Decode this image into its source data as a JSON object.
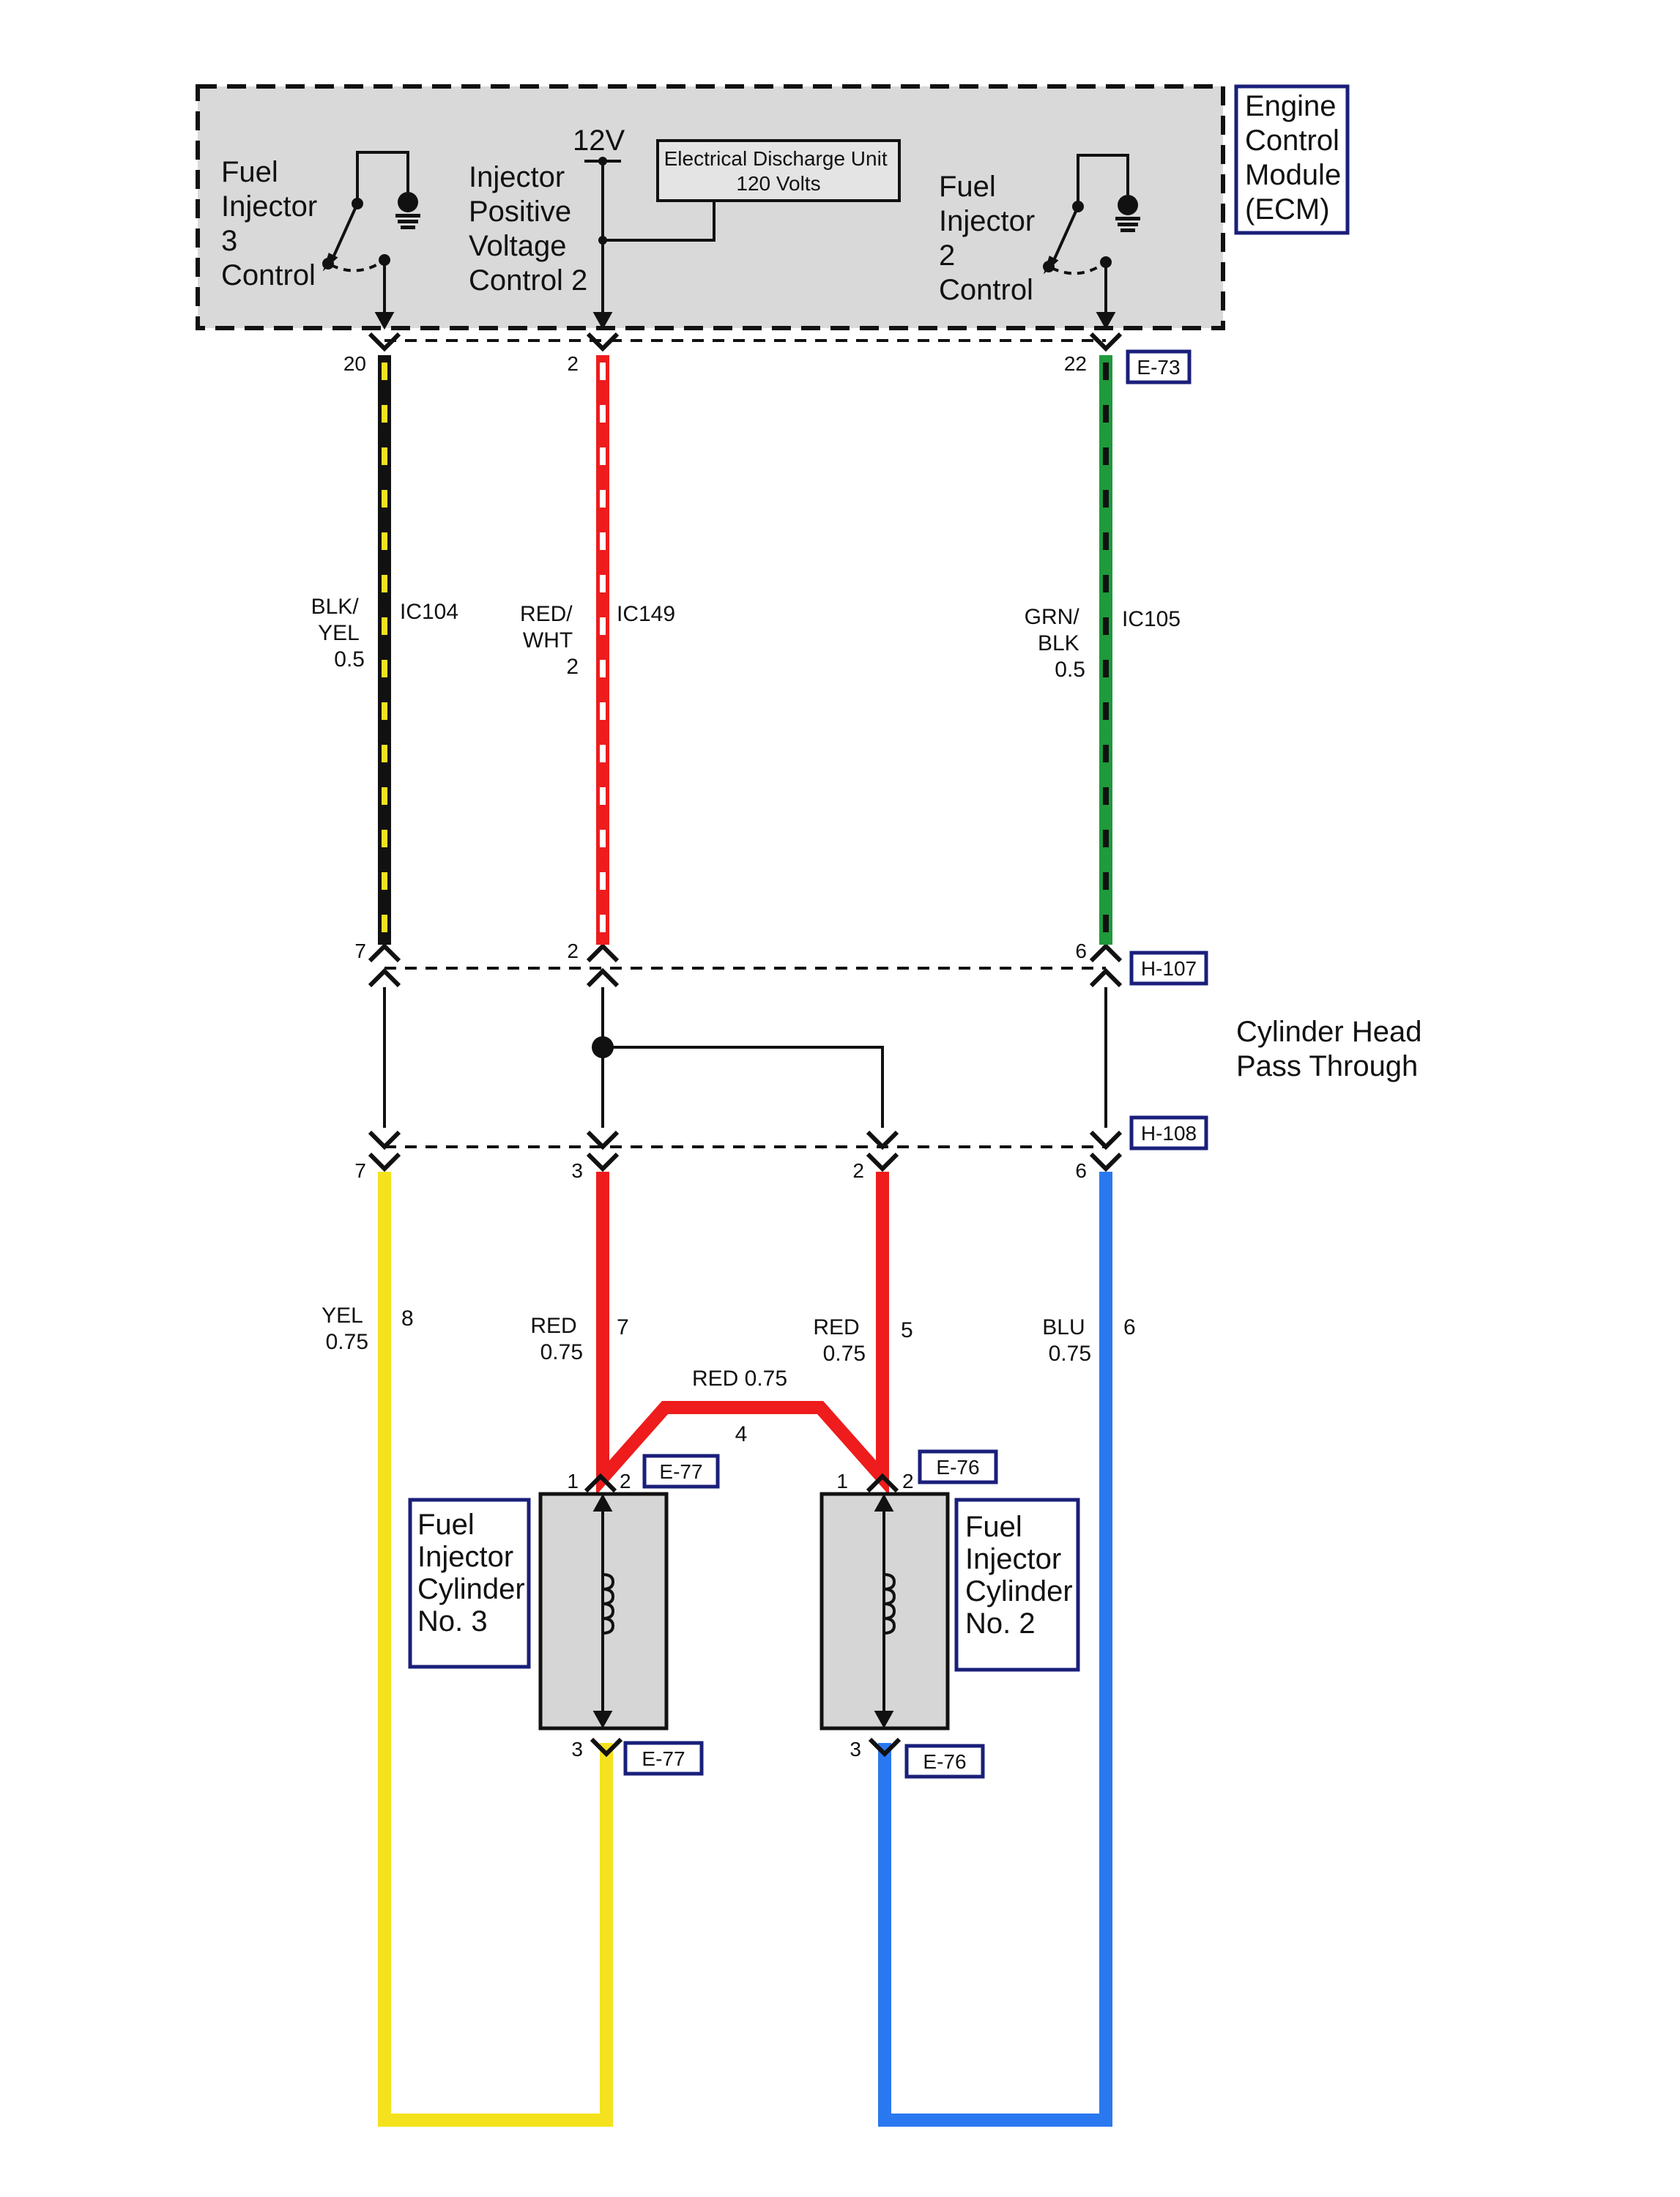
{
  "ecm": {
    "title_lines": [
      "Engine",
      "Control",
      "Module",
      "(ECM)"
    ],
    "inj3_control_lines": [
      "Fuel",
      "Injector",
      "3",
      "Control"
    ],
    "positive_control_lines": [
      "Injector",
      "Positive",
      "Voltage",
      "Control 2"
    ],
    "inj2_control_lines": [
      "Fuel",
      "Injector",
      "2",
      "Control"
    ],
    "supply_label": "12V",
    "discharge_unit_lines": [
      "Electrical Discharge Unit",
      "120 Volts"
    ]
  },
  "connectors": {
    "e73": "E-73",
    "h107": "H-107",
    "h108": "H-108",
    "e77": "E-77",
    "e76": "E-76"
  },
  "pins": {
    "ecm_left": "20",
    "ecm_mid": "2",
    "ecm_right": "22",
    "h107_left": "7",
    "h107_mid": "2",
    "h107_right": "6",
    "h108_left": "7",
    "h108_mid": "3",
    "h108_mid2": "2",
    "h108_right": "6",
    "e77_1": "1",
    "e77_2": "2",
    "e77_3": "3",
    "e76_1": "1",
    "e76_2": "2",
    "e76_3": "3"
  },
  "wires": {
    "ic104": {
      "circuit": "IC104",
      "color_lines": [
        "BLK/",
        "YEL"
      ],
      "size": "0.5"
    },
    "ic149": {
      "circuit": "IC149",
      "color_lines": [
        "RED/",
        "WHT"
      ],
      "size": "2"
    },
    "ic105": {
      "circuit": "IC105",
      "color_lines": [
        "GRN/",
        "BLK"
      ],
      "size": "0.5"
    },
    "yel": {
      "color": "YEL",
      "size": "0.75",
      "circuit": "8"
    },
    "red7": {
      "color": "RED",
      "size": "0.75",
      "circuit": "7"
    },
    "red5": {
      "color": "RED",
      "size": "0.75",
      "circuit": "5"
    },
    "blu": {
      "color": "BLU",
      "size": "0.75",
      "circuit": "6"
    },
    "red4": {
      "label": "RED 0.75",
      "circuit": "4"
    }
  },
  "pass_through_lines": [
    "Cylinder Head",
    "Pass Through"
  ],
  "injector3_lines": [
    "Fuel",
    "Injector",
    "Cylinder",
    "No. 3"
  ],
  "injector2_lines": [
    "Fuel",
    "Injector",
    "Cylinder",
    "No. 2"
  ],
  "colors": {
    "black": "#111111",
    "yellow": "#f5e21e",
    "red": "#ee1c1c",
    "white": "#ffffff",
    "green": "#1f9a3c",
    "blue": "#2a78f0",
    "navy": "#1a1f7a",
    "ecm_fill": "#d9d9d9",
    "injector_fill": "#d6d6d6"
  }
}
